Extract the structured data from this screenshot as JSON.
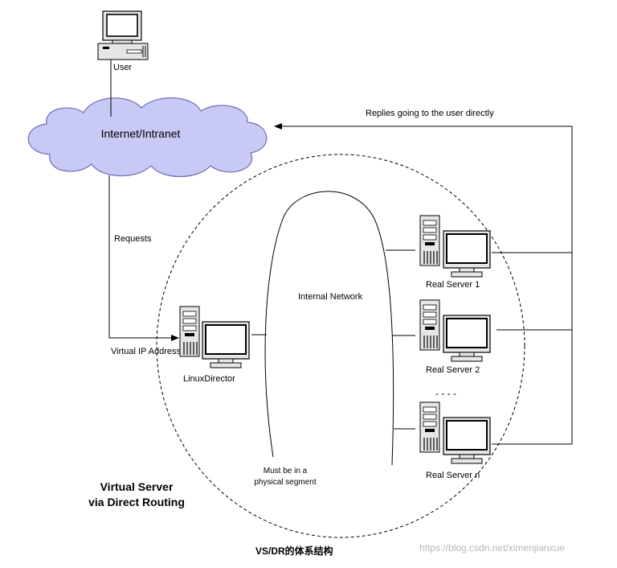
{
  "labels": {
    "user": "User",
    "cloud": "Internet/Intranet",
    "replies": "Replies going to the user directly",
    "requests": "Requests",
    "internal_network": "Internal Network",
    "virtual_ip": "Virtual IP Address",
    "director": "LinuxDirector",
    "real_server_1": "Real Server 1",
    "real_server_2": "Real Server 2",
    "real_server_n": "Real Server n",
    "dots": "- - - -",
    "segment_line1": "Must be in a",
    "segment_line2": "physical segment",
    "title_line1": "Virtual Server",
    "title_line2": "via Direct Routing",
    "caption": "VS/DR的体系结构",
    "watermark": "https://blog.csdn.net/ximenjianxue"
  },
  "colors": {
    "cloud_fill": "#c9c9f5",
    "cloud_stroke": "#6f6fb8",
    "line": "#000000"
  }
}
